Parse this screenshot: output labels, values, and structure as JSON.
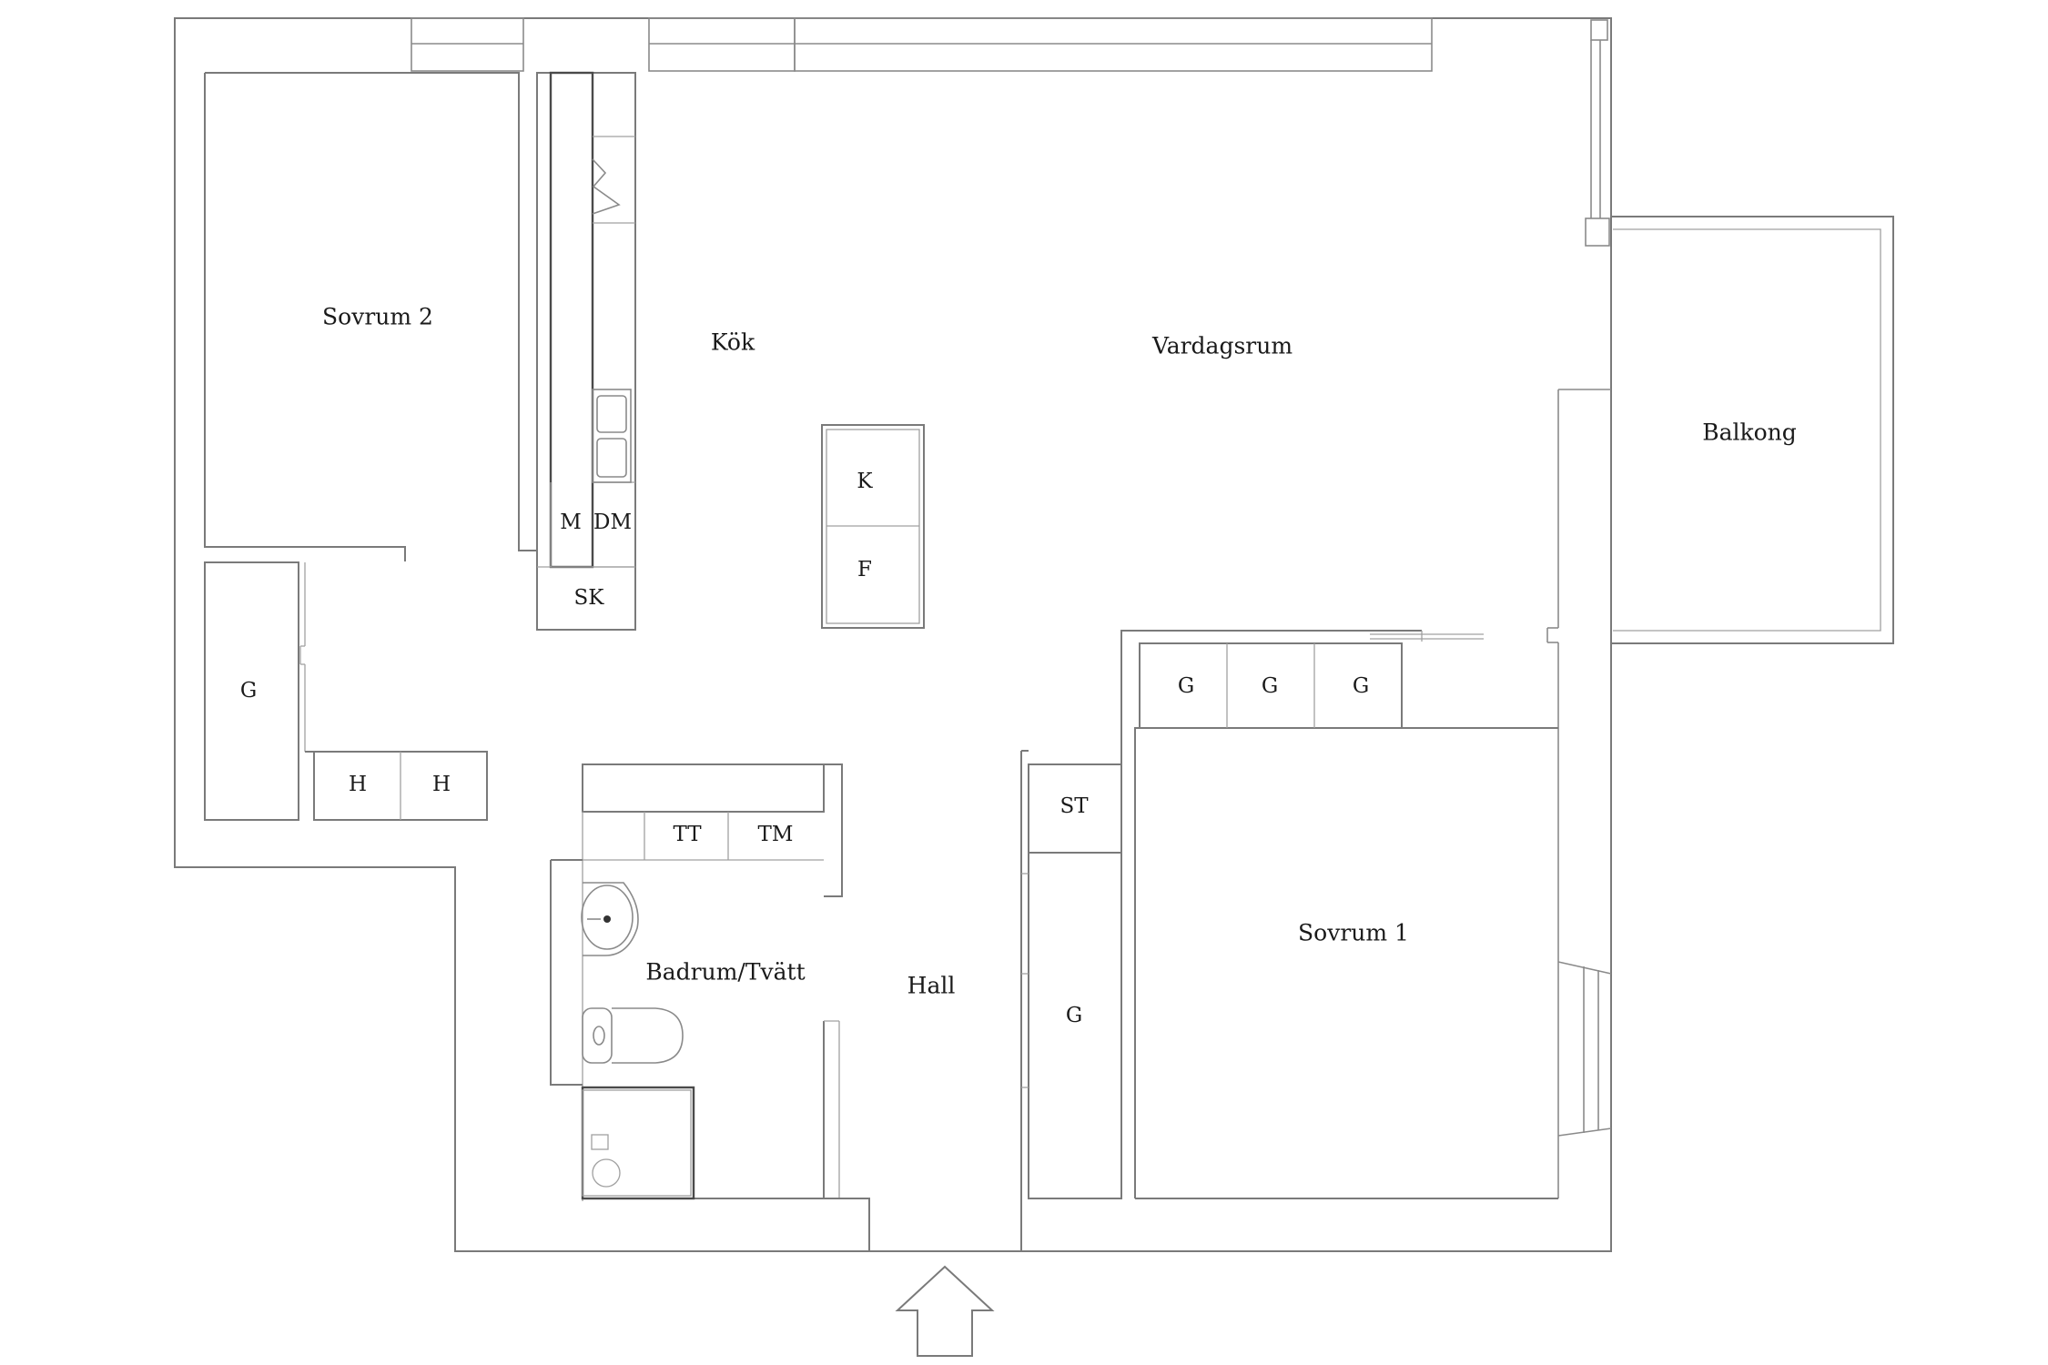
{
  "rooms": {
    "sovrum2": "Sovrum 2",
    "kok": "Kök",
    "vardagsrum": "Vardagsrum",
    "balkong": "Balkong",
    "badrum": "Badrum/Tvätt",
    "hall": "Hall",
    "sovrum1": "Sovrum 1"
  },
  "fixtures": {
    "microwave": "M",
    "dishwasher": "DM",
    "freezer": "SK",
    "fridge": "K",
    "freezer_island": "F",
    "wardrobe": "G",
    "shelf": "H",
    "dryer": "TT",
    "washer": "TM",
    "storage": "ST"
  },
  "icons": {
    "entrance": "entrance-arrow-icon",
    "sink": "sink-icon",
    "toilet": "toilet-icon",
    "shower": "shower-icon",
    "kitchen_sink": "kitchen-sink-icon",
    "stove": "stove-icon"
  }
}
